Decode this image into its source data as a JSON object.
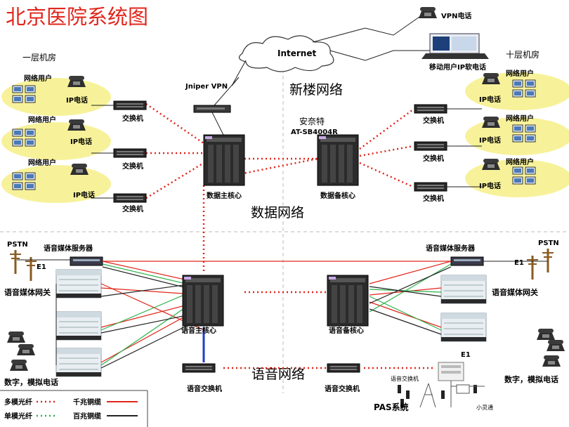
{
  "title": "北京医院系统图",
  "zones": {
    "floor1": "一层机房",
    "floor10": "十层机房",
    "new_building": "新楼网络",
    "data_net": "数据网络",
    "voice_net": "语音网络"
  },
  "internet": "Internet",
  "vpn_phone": "VPN电话",
  "mobile_user": "移动用户IP软电话",
  "juniper": "Jniper VPN",
  "backup_core_name": "安奈特",
  "backup_core_model": "AT-SB4004R",
  "data_main_core": "数据主核心",
  "data_backup_core": "数据备核心",
  "voice_main_core": "语音主核心",
  "voice_backup_core": "语音备核心",
  "network_user": "网络用户",
  "ip_phone": "IP电话",
  "switch": "交换机",
  "pstn": "PSTN",
  "e1": "E1",
  "media_server": "语音媒体服务器",
  "media_gateway": "语音媒体网关",
  "digital_analog": "数字，模拟电话",
  "voice_switch": "语音交换机",
  "pas": "PAS系统",
  "pas_switch": "语音交换机",
  "xiaolingtong": "小灵通",
  "legend": {
    "mm_fiber": "多模光纤",
    "sm_fiber": "单模光纤",
    "gig_copper": "千兆铜缆",
    "fe_copper": "百兆铜缆"
  },
  "colors": {
    "title": "#e0261b",
    "fiber_red": "#e0261b",
    "fiber_green": "#2bb24c",
    "copper_black": "#222222",
    "copper_blue": "#1f3fbf",
    "ellipse": "#f7f29a"
  }
}
